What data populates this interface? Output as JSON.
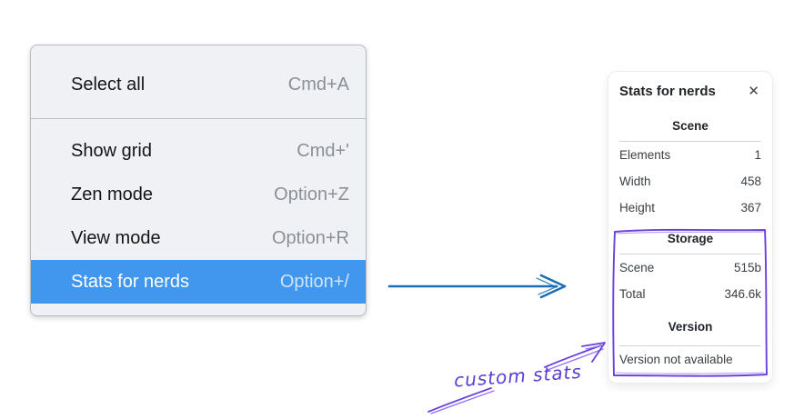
{
  "colors": {
    "menu-highlight": "#4197ee",
    "arrow-blue": "#1b6fb5",
    "annotation-purple": "#6741d9",
    "annotation-light": "#9775fa",
    "annotation-text": "#5b3cd6"
  },
  "menu": {
    "items": [
      {
        "label": "Select all",
        "shortcut": "Cmd+A"
      },
      {
        "label": "Show grid",
        "shortcut": "Cmd+'"
      },
      {
        "label": "Zen mode",
        "shortcut": "Option+Z"
      },
      {
        "label": "View mode",
        "shortcut": "Option+R"
      },
      {
        "label": "Stats for nerds",
        "shortcut": "Option+/",
        "highlighted": true
      }
    ]
  },
  "stats_panel": {
    "title": "Stats for nerds",
    "close_icon": "✕",
    "sections": [
      {
        "heading": "Scene",
        "rows": [
          {
            "label": "Elements",
            "value": "1"
          },
          {
            "label": "Width",
            "value": "458"
          },
          {
            "label": "Height",
            "value": "367"
          }
        ]
      },
      {
        "heading": "Storage",
        "rows": [
          {
            "label": "Scene",
            "value": "515b"
          },
          {
            "label": "Total",
            "value": "346.6k"
          }
        ]
      },
      {
        "heading": "Version",
        "note": "Version not available"
      }
    ]
  },
  "annotation": {
    "label": "custom stats"
  }
}
